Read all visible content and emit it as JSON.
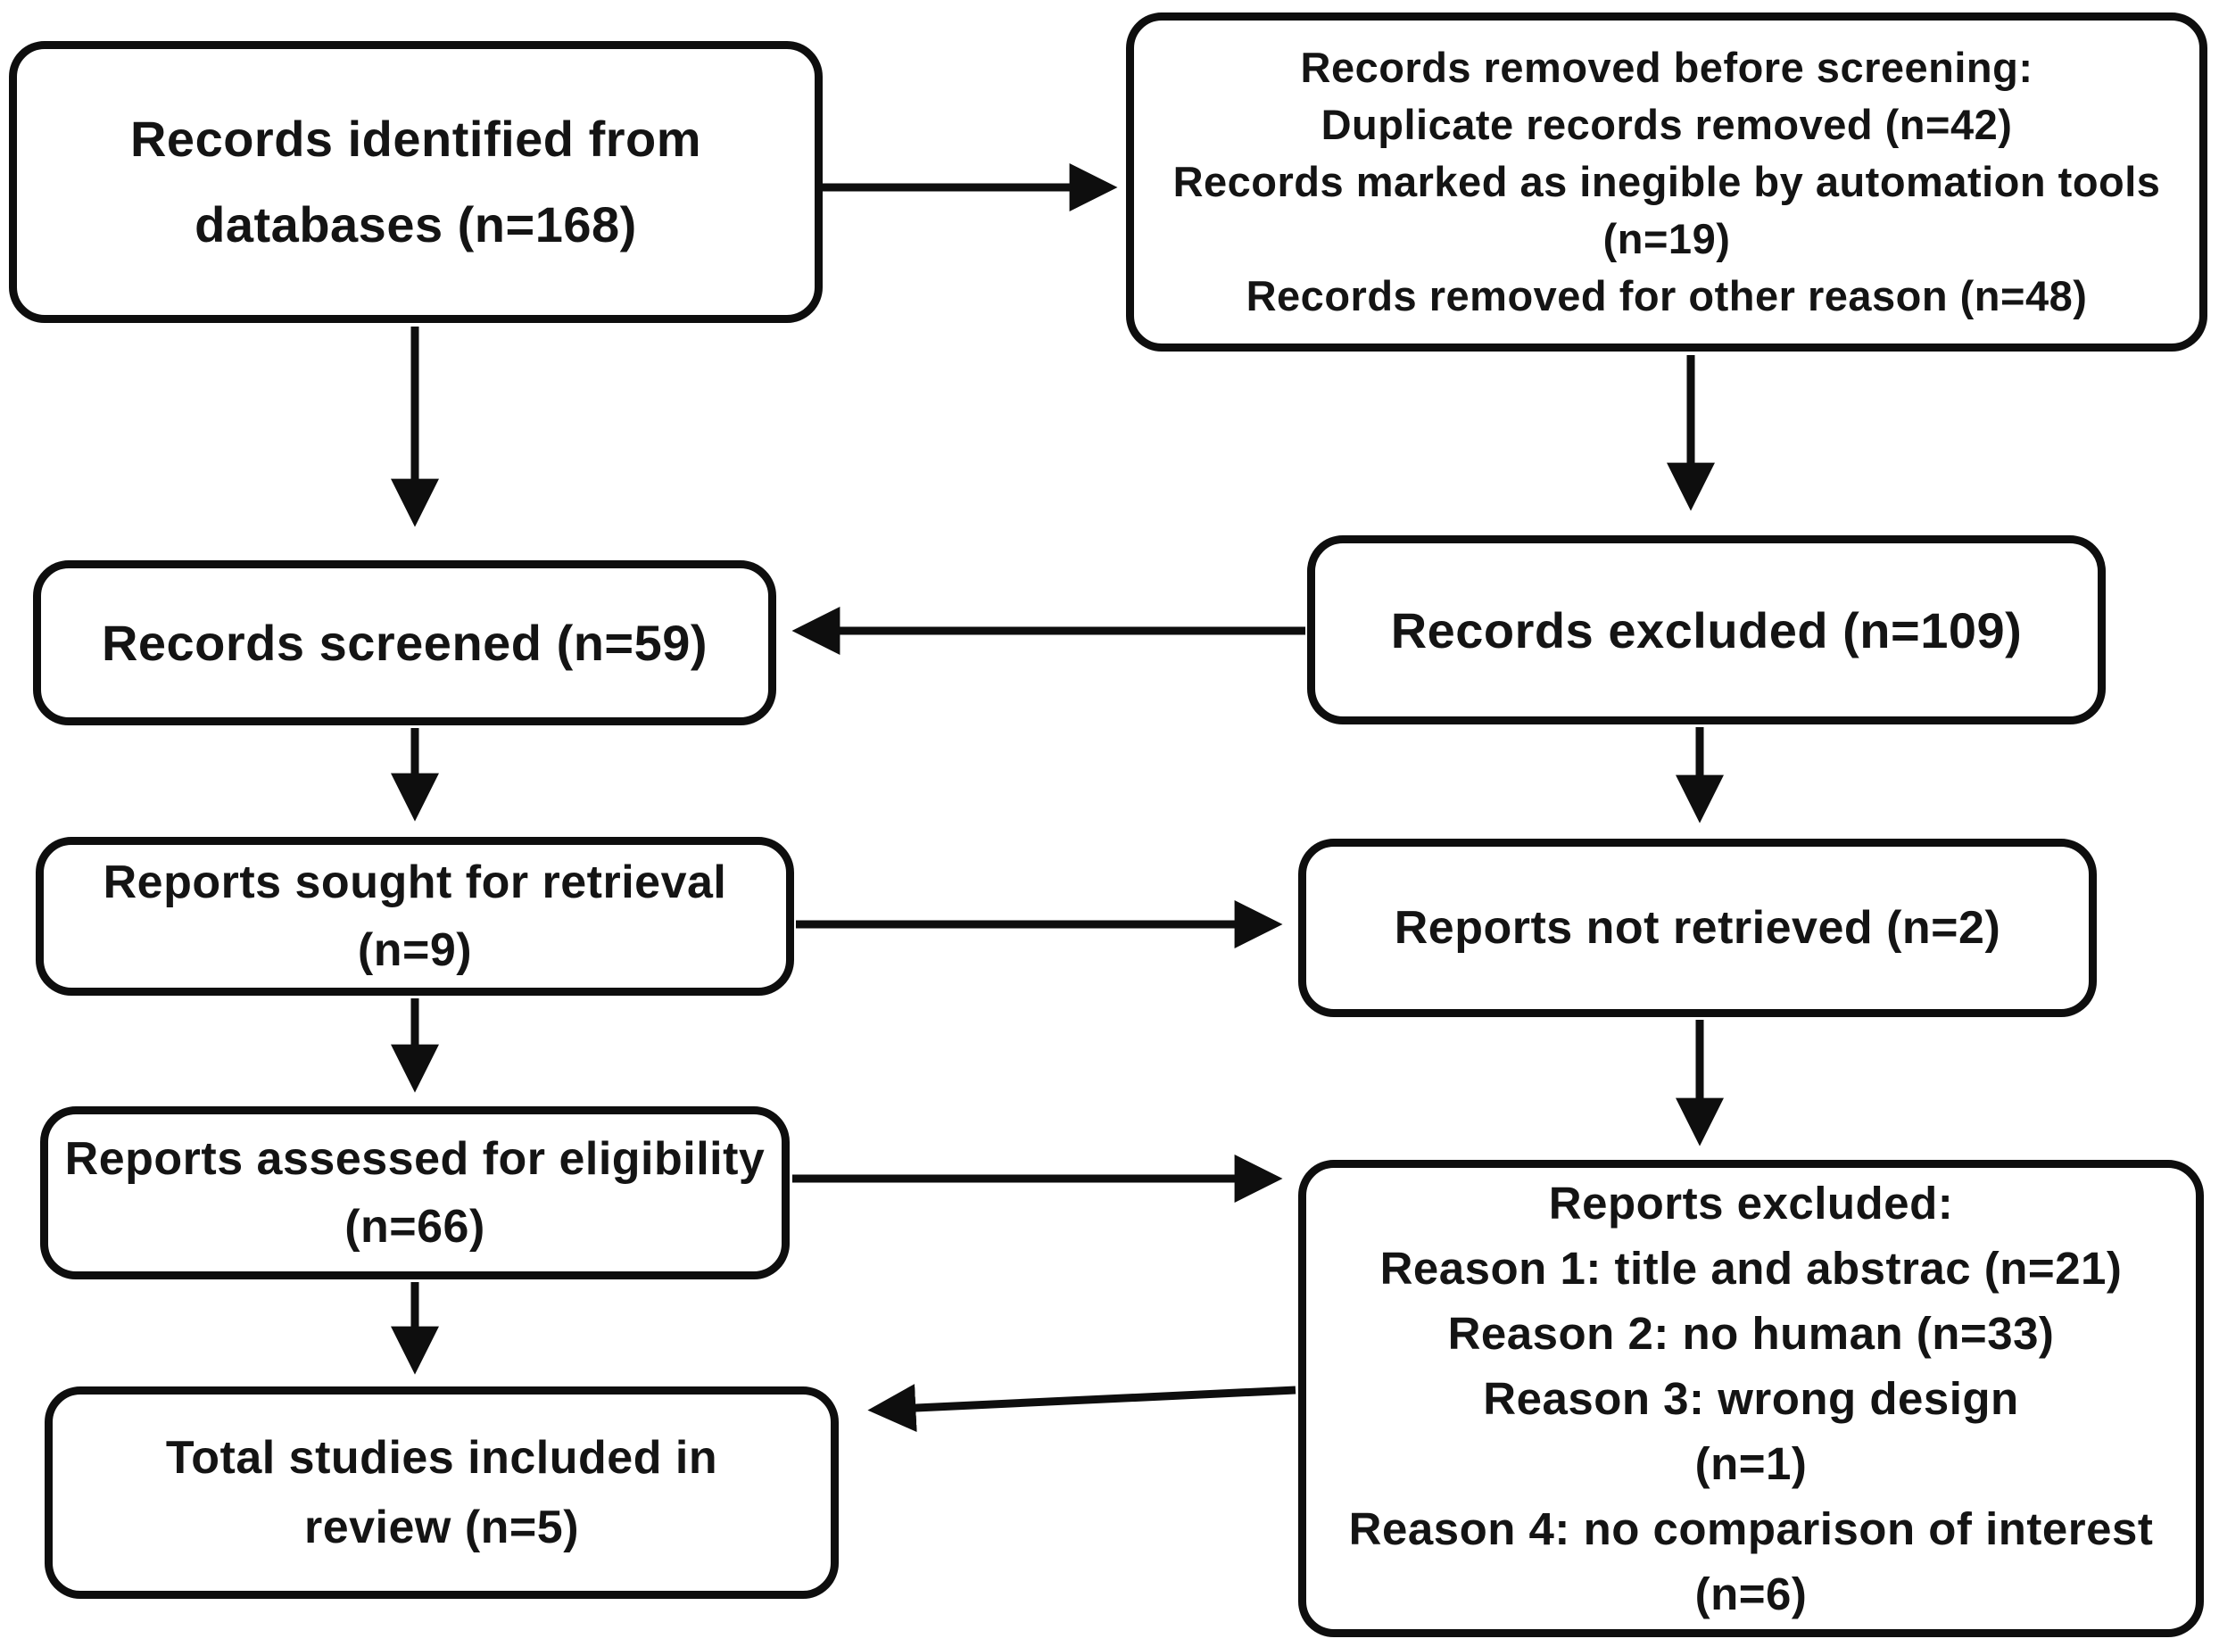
{
  "boxes": {
    "records_identified": {
      "lines": [
        "Records identified from",
        "databases (n=168)"
      ]
    },
    "records_removed": {
      "lines": [
        "Records removed before screening:",
        "Duplicate records removed (n=42)",
        "Records marked as inegible by automation tools",
        "(n=19)",
        "Records removed for other reason (n=48)"
      ]
    },
    "records_screened": {
      "lines": [
        "Records screened (n=59)"
      ]
    },
    "records_excluded": {
      "lines": [
        "Records excluded (n=109)"
      ]
    },
    "reports_sought": {
      "lines": [
        "Reports sought for retrieval",
        "(n=9)"
      ]
    },
    "reports_not_retrieved": {
      "lines": [
        "Reports not retrieved (n=2)"
      ]
    },
    "reports_assessed": {
      "lines": [
        "Reports assessed for eligibility",
        "(n=66)"
      ]
    },
    "reports_excluded": {
      "lines": [
        "Reports excluded:",
        "Reason 1: title and abstrac (n=21)",
        "Reason 2: no human (n=33)",
        "Reason 3: wrong design",
        "(n=1)",
        "Reason 4: no comparison of interest",
        "(n=6)"
      ]
    },
    "studies_included": {
      "lines": [
        "Total studies included in",
        "review (n=5)"
      ]
    }
  },
  "colors": {
    "background": "#ffffff",
    "box_border": "#0e0e0e",
    "text": "#141414",
    "arrow": "#0e0e0e"
  }
}
